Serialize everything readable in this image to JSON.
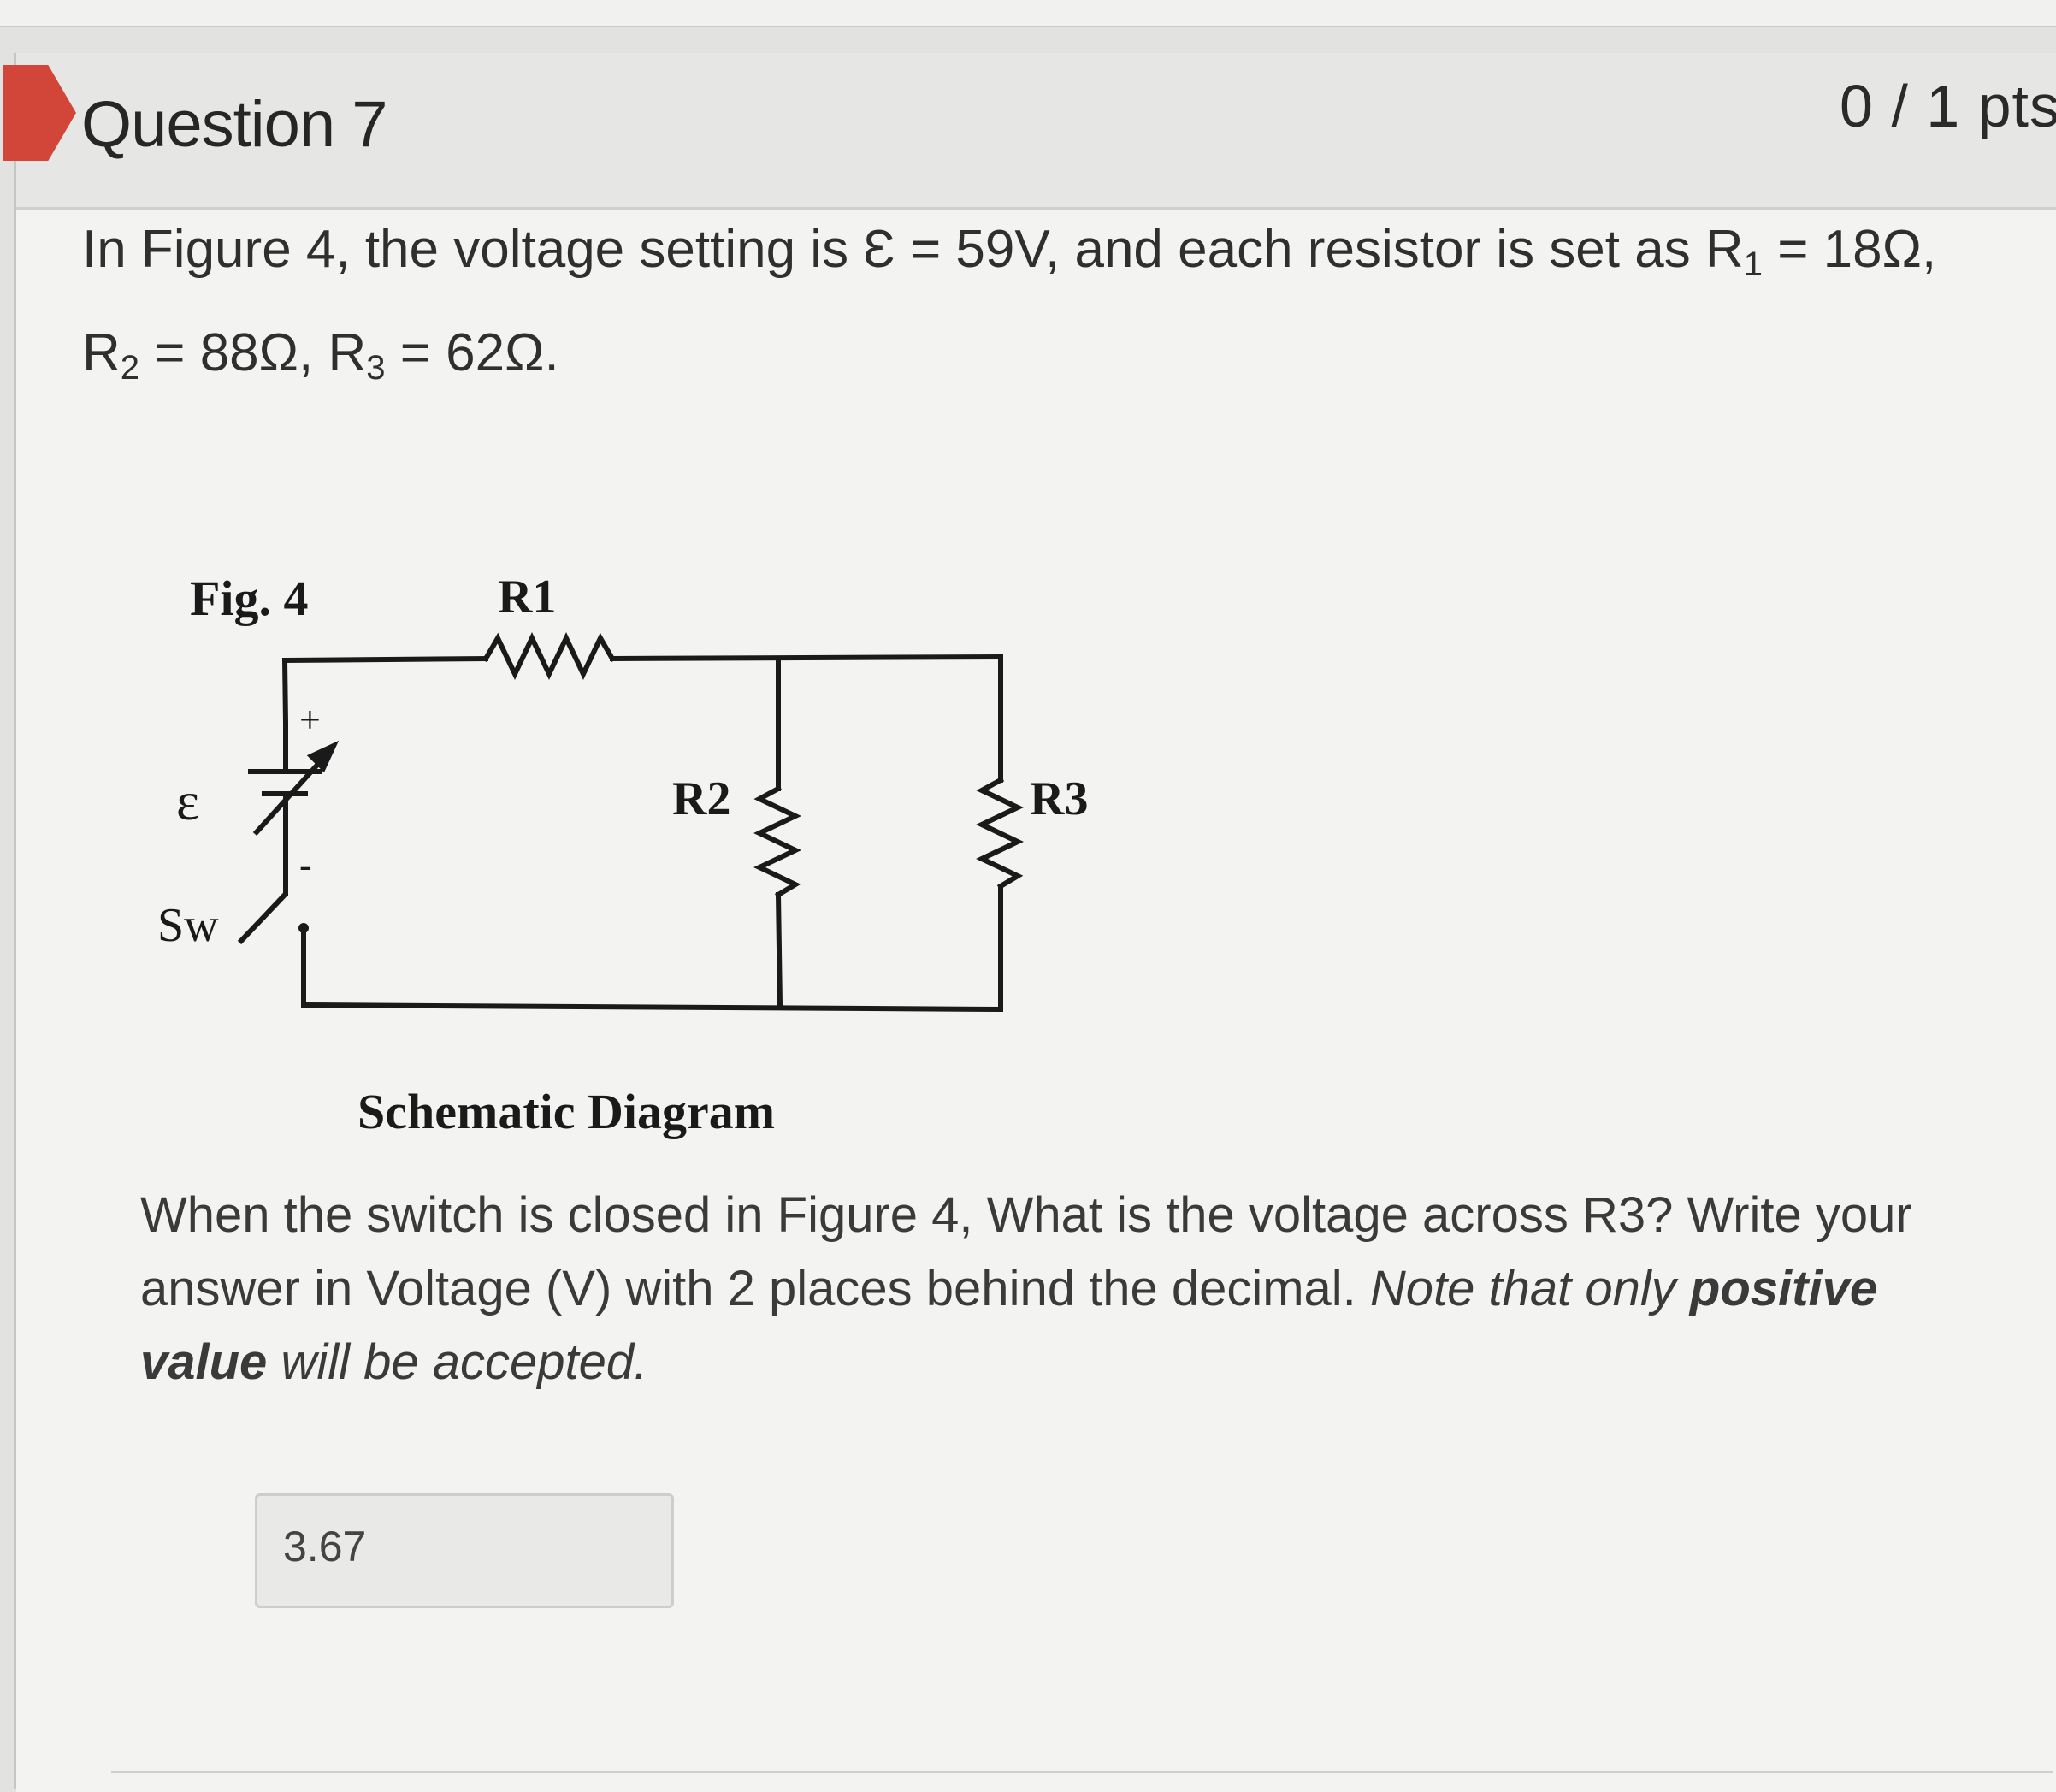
{
  "question": {
    "title": "Question 7",
    "points": "0 / 1 pts"
  },
  "problem": {
    "line1_start": "In Figure 4, the voltage setting is Ɛ = 59V, and each resistor is set as R",
    "line1_sub": "1",
    "line1_end": " = 18Ω,",
    "line2_r2": "R",
    "line2_r2_sub": "2",
    "line2_mid": " = 88Ω, R",
    "line2_r3_sub": "3",
    "line2_end": " = 62Ω."
  },
  "figure": {
    "fig_label": "Fig. 4",
    "r1_label": "R1",
    "r2_label": "R2",
    "r3_label": "R3",
    "emf_label": "ε",
    "switch_label": "Sw",
    "plus_sign": "+",
    "minus_sign": "-",
    "caption": "Schematic Diagram"
  },
  "prompt": {
    "plain": "When the switch is closed in Figure 4, What is the voltage across R3? Write your answer in Voltage (V) with 2 places behind the decimal. ",
    "italic_1": "Note that only ",
    "bold_1": "positive value",
    "italic_2": " will be accepted."
  },
  "answer": {
    "value": "3.67"
  }
}
